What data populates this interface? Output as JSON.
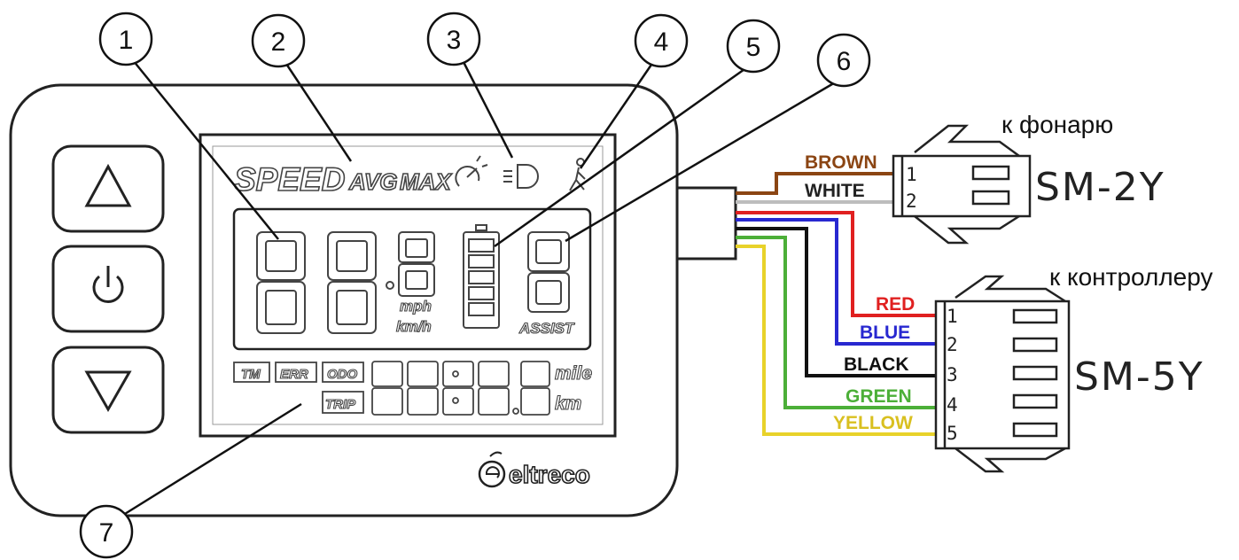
{
  "callouts": [
    "1",
    "2",
    "3",
    "4",
    "5",
    "6",
    "7"
  ],
  "lcd": {
    "speed": "SPEED",
    "avg": "AVG",
    "max": "MAX",
    "mph": "mph",
    "kmh": "km/h",
    "assist": "ASSIST",
    "tm": "TM",
    "err": "ERR",
    "odo": "ODO",
    "trip": "TRIP",
    "mile": "mile",
    "km": "km"
  },
  "brand": "eltreco",
  "connectors": {
    "light": {
      "caption": "к фонарю",
      "name": "SM-2Y",
      "pins": [
        "1",
        "2"
      ],
      "wires": [
        {
          "label": "BROWN",
          "color": "#8b4513"
        },
        {
          "label": "WHITE",
          "color": "#bdbdbd"
        }
      ]
    },
    "controller": {
      "caption": "к контроллеру",
      "name": "SM-5Y",
      "pins": [
        "1",
        "2",
        "3",
        "4",
        "5"
      ],
      "wires": [
        {
          "label": "RED",
          "color": "#e02020"
        },
        {
          "label": "BLUE",
          "color": "#2828d0"
        },
        {
          "label": "BLACK",
          "color": "#111111"
        },
        {
          "label": "GREEN",
          "color": "#4caf38"
        },
        {
          "label": "YELLOW",
          "color": "#e8d22a"
        }
      ]
    }
  }
}
